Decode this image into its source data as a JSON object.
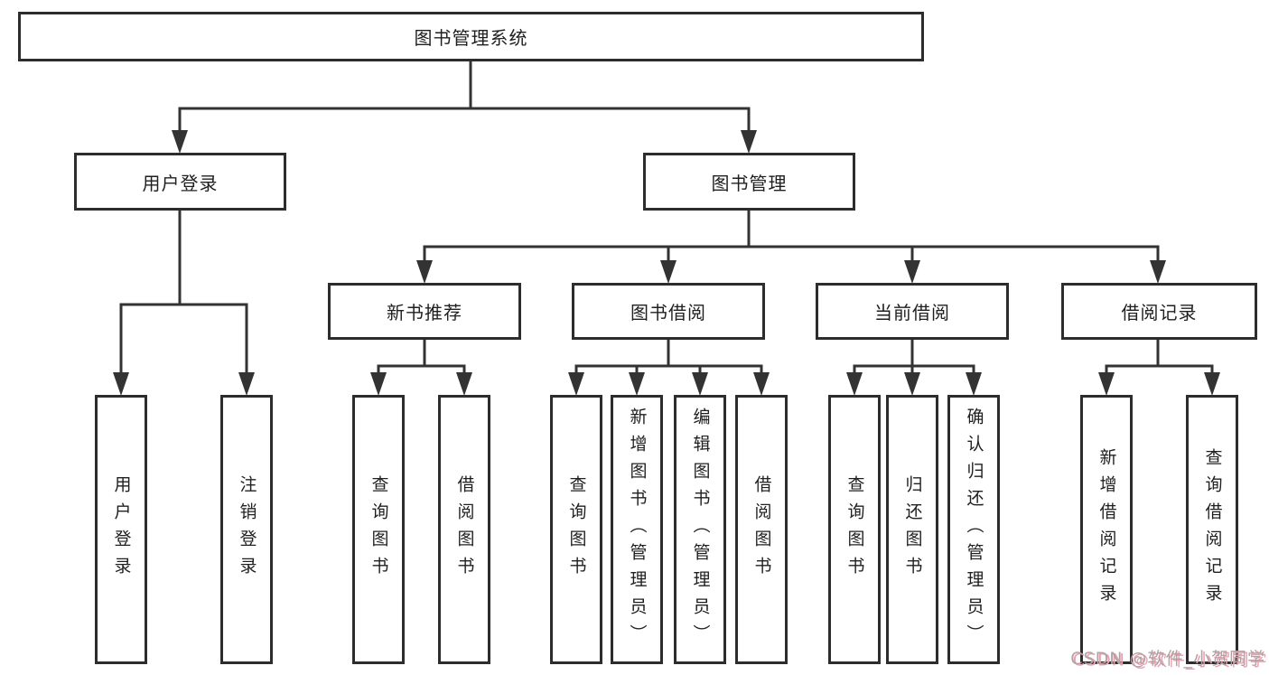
{
  "diagram": {
    "type": "hierarchy-tree",
    "root": {
      "label": "图书管理系统"
    },
    "level2": [
      {
        "label": "用户登录",
        "children": [
          {
            "label": "用户登录"
          },
          {
            "label": "注销登录"
          }
        ]
      },
      {
        "label": "图书管理",
        "children": [
          {
            "label": "新书推荐",
            "children": [
              {
                "label": "查询图书"
              },
              {
                "label": "借阅图书"
              }
            ]
          },
          {
            "label": "图书借阅",
            "children": [
              {
                "label": "查询图书"
              },
              {
                "label": "新增图书（管理员）"
              },
              {
                "label": "编辑图书（管理员）"
              },
              {
                "label": "借阅图书"
              }
            ]
          },
          {
            "label": "当前借阅",
            "children": [
              {
                "label": "查询图书"
              },
              {
                "label": "归还图书"
              },
              {
                "label": "确认归还（管理员）"
              }
            ]
          },
          {
            "label": "借阅记录",
            "children": [
              {
                "label": "新增借阅记录"
              },
              {
                "label": "查询借阅记录"
              }
            ]
          }
        ]
      }
    ],
    "colors": {
      "line": "#333333",
      "box_border": "#2d2d2d",
      "text": "#1f1f1f",
      "background": "#ffffff",
      "watermark_text": "#a6a6a6",
      "watermark_shadow": "#f59aab"
    },
    "watermark": {
      "text": "CSDN @软件_小贺同学"
    }
  }
}
